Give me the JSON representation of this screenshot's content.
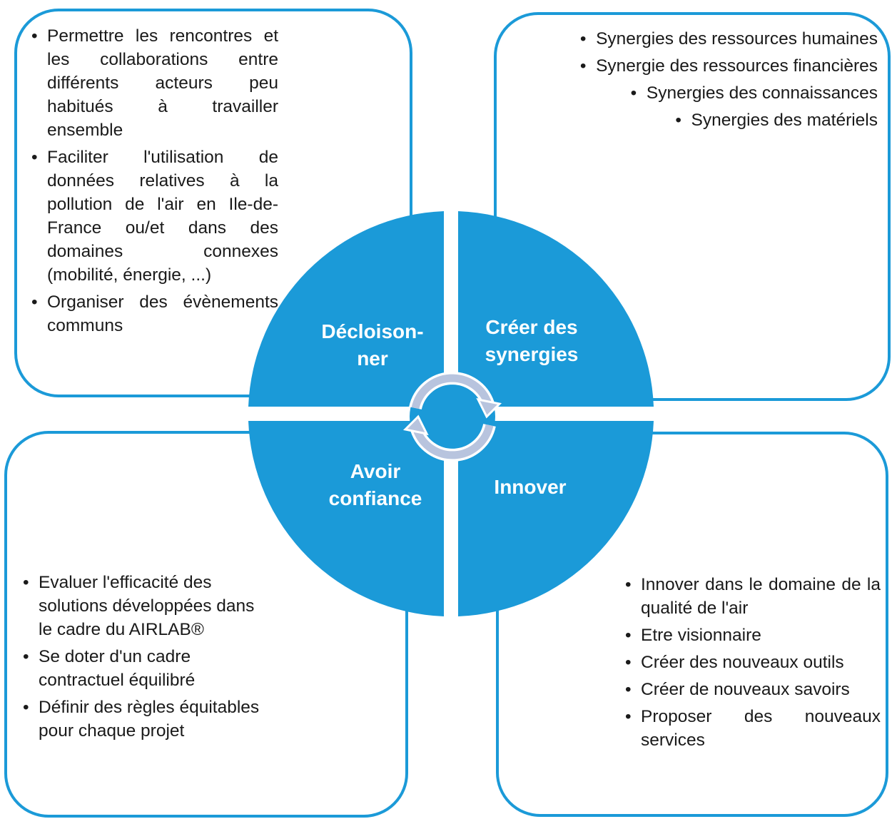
{
  "quadrants": {
    "top_left": {
      "title_line1": "Décloison-",
      "title_line2": "ner",
      "items": [
        "Permettre les rencontres et les collaborations entre différents acteurs peu habitués à travailler ensemble",
        "Faciliter l'utilisation de données relatives à la pollution de l'air en Ile-de-France ou/et dans des domaines connexes (mobilité, énergie, ...)",
        "Organiser des évènements communs"
      ]
    },
    "top_right": {
      "title_line1": "Créer des",
      "title_line2": "synergies",
      "items": [
        "Synergies des ressources humaines",
        "Synergie des ressources financières",
        "Synergies des connaissances",
        "Synergies des matériels"
      ]
    },
    "bottom_left": {
      "title_line1": "Avoir",
      "title_line2": "confiance",
      "items": [
        "Evaluer l'efficacité des solutions développées dans le cadre du AIRLAB®",
        "Se doter d'un cadre contractuel équilibré",
        "Définir des règles équitables pour chaque projet"
      ]
    },
    "bottom_right": {
      "title_line1": "Innover",
      "items": [
        "Innover dans le domaine de la qualité de l'air",
        "Etre visionnaire",
        "Créer des nouveaux outils",
        "Créer de nouveaux savoirs",
        "Proposer des nouveaux services"
      ]
    }
  },
  "colors": {
    "accent": "#1b9ad8",
    "cycle_arrows": "#b8c4de"
  },
  "icons": {
    "center": "cycle-arrows-icon"
  }
}
